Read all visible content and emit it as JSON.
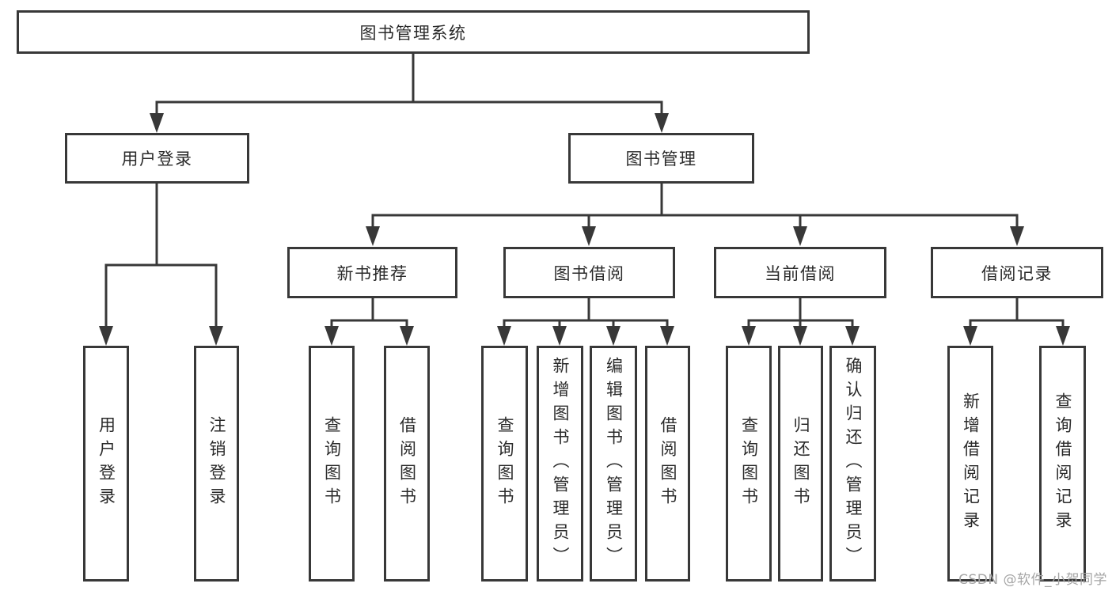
{
  "diagram": {
    "root": {
      "label": "图书管理系统",
      "children": [
        {
          "label": "用户登录",
          "children": [
            {
              "label": "用户登录"
            },
            {
              "label": "注销登录"
            }
          ]
        },
        {
          "label": "图书管理",
          "children": [
            {
              "label": "新书推荐",
              "children": [
                {
                  "label": "查询图书"
                },
                {
                  "label": "借阅图书"
                }
              ]
            },
            {
              "label": "图书借阅",
              "children": [
                {
                  "label": "查询图书"
                },
                {
                  "label": "新增图书（管理员）"
                },
                {
                  "label": "编辑图书（管理员）"
                },
                {
                  "label": "借阅图书"
                }
              ]
            },
            {
              "label": "当前借阅",
              "children": [
                {
                  "label": "查询图书"
                },
                {
                  "label": "归还图书"
                },
                {
                  "label": "确认归还（管理员）"
                }
              ]
            },
            {
              "label": "借阅记录",
              "children": [
                {
                  "label": "新增借阅记录"
                },
                {
                  "label": "查询借阅记录"
                }
              ]
            }
          ]
        }
      ]
    },
    "colors": {
      "line": "#383838",
      "box_border": "#383838",
      "text": "#2a2a2a",
      "watermark": "#a5a5a5",
      "background": "#ffffff"
    },
    "watermark": "CSDN @软件_小贺同学"
  }
}
